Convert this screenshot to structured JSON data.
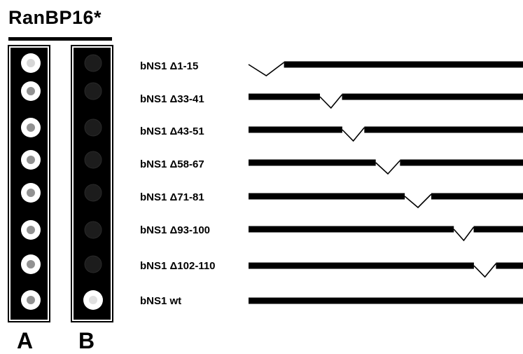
{
  "figure": {
    "title": "RanBP16*",
    "columns": [
      "A",
      "B"
    ]
  },
  "constructs": [
    {
      "label": "bNS1 Δ1-15",
      "deletion": [
        1,
        15
      ]
    },
    {
      "label": "bNS1 Δ33-41",
      "deletion": [
        33,
        41
      ]
    },
    {
      "label": "bNS1 Δ43-51",
      "deletion": [
        43,
        51
      ]
    },
    {
      "label": "bNS1 Δ58-67",
      "deletion": [
        58,
        67
      ]
    },
    {
      "label": "bNS1 Δ71-81",
      "deletion": [
        71,
        81
      ]
    },
    {
      "label": "bNS1 Δ93-100",
      "deletion": [
        93,
        100
      ]
    },
    {
      "label": "bNS1 Δ102-110",
      "deletion": [
        102,
        110
      ]
    },
    {
      "label": "bNS1 wt",
      "deletion": null
    }
  ],
  "spots": {
    "A": [
      "strong",
      "strong",
      "strong",
      "strong",
      "strong",
      "strong",
      "strong",
      "strong"
    ],
    "B": [
      "none",
      "none",
      "none",
      "none",
      "none",
      "none",
      "none",
      "strong"
    ]
  },
  "colors": {
    "bar": "#000000",
    "background": "#ffffff",
    "spot_strong": "#ffffff"
  }
}
